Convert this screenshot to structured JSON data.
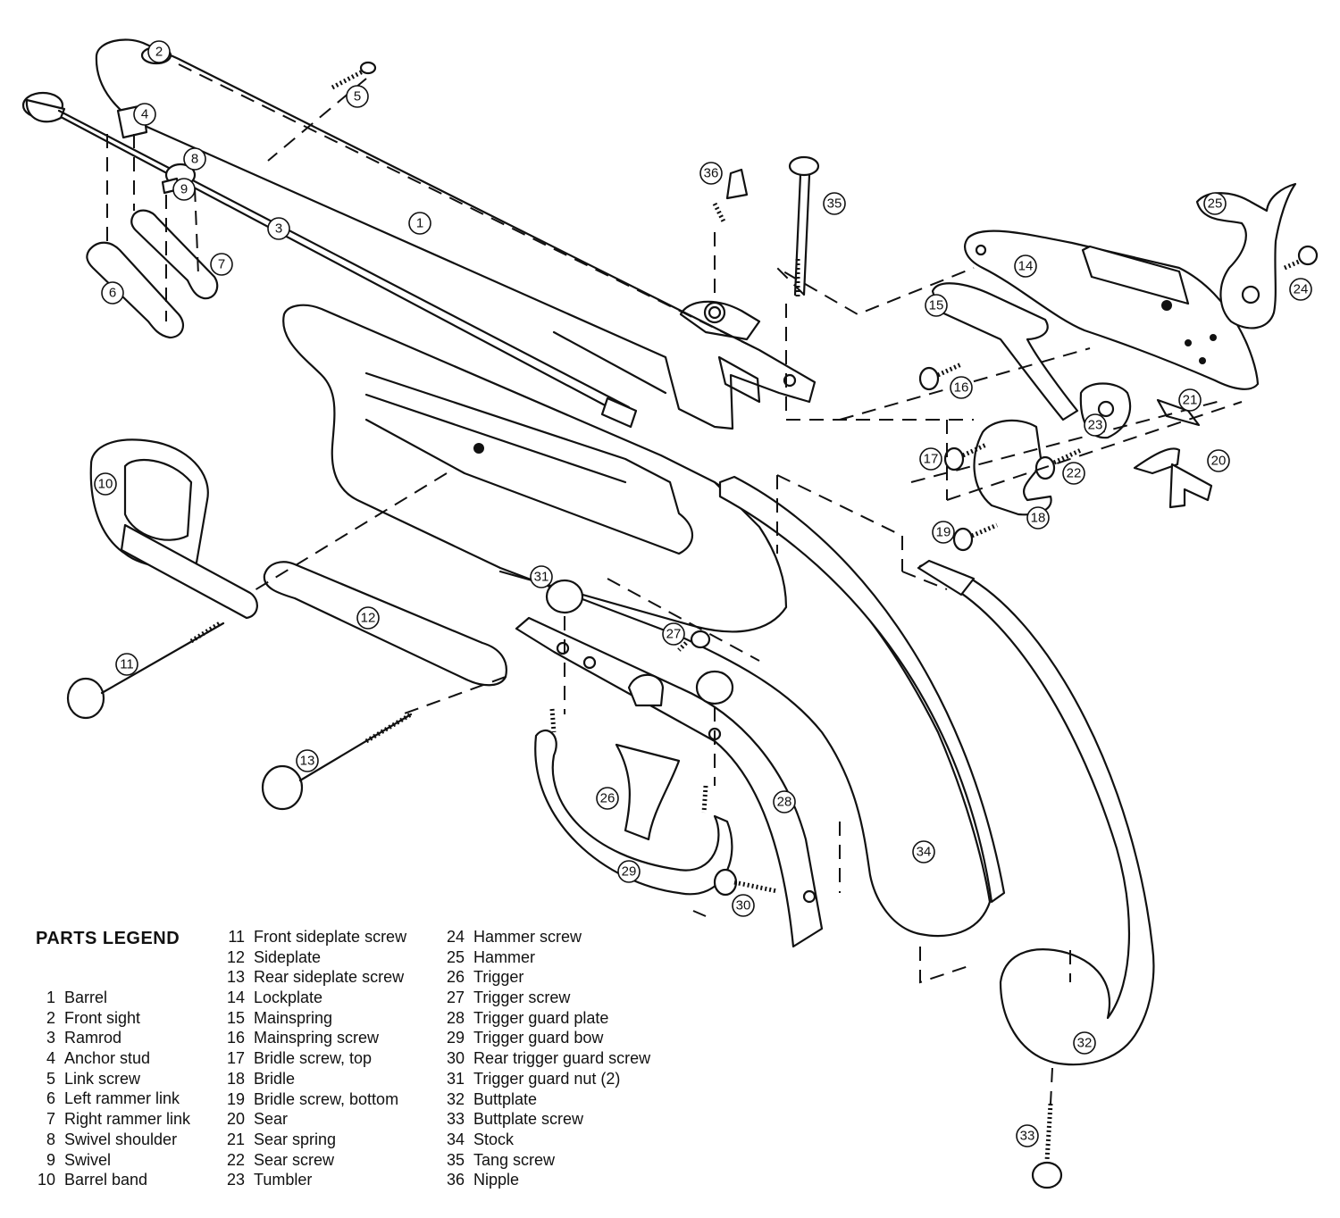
{
  "legend": {
    "title": "PARTS LEGEND",
    "columns": [
      [
        {
          "num": "1",
          "name": "Barrel"
        },
        {
          "num": "2",
          "name": "Front sight"
        },
        {
          "num": "3",
          "name": "Ramrod"
        },
        {
          "num": "4",
          "name": "Anchor stud"
        },
        {
          "num": "5",
          "name": "Link screw"
        },
        {
          "num": "6",
          "name": "Left rammer link"
        },
        {
          "num": "7",
          "name": "Right rammer link"
        },
        {
          "num": "8",
          "name": "Swivel shoulder"
        },
        {
          "num": "9",
          "name": "Swivel"
        },
        {
          "num": "10",
          "name": "Barrel band"
        }
      ],
      [
        {
          "num": "11",
          "name": "Front sideplate screw"
        },
        {
          "num": "12",
          "name": "Sideplate"
        },
        {
          "num": "13",
          "name": "Rear sideplate screw"
        },
        {
          "num": "14",
          "name": "Lockplate"
        },
        {
          "num": "15",
          "name": "Mainspring"
        },
        {
          "num": "16",
          "name": "Mainspring screw"
        },
        {
          "num": "17",
          "name": "Bridle screw, top"
        },
        {
          "num": "18",
          "name": "Bridle"
        },
        {
          "num": "19",
          "name": "Bridle screw, bottom"
        },
        {
          "num": "20",
          "name": "Sear"
        },
        {
          "num": "21",
          "name": "Sear spring"
        },
        {
          "num": "22",
          "name": "Sear screw"
        },
        {
          "num": "23",
          "name": "Tumbler"
        }
      ],
      [
        {
          "num": "24",
          "name": "Hammer screw"
        },
        {
          "num": "25",
          "name": "Hammer"
        },
        {
          "num": "26",
          "name": "Trigger"
        },
        {
          "num": "27",
          "name": "Trigger screw"
        },
        {
          "num": "28",
          "name": "Trigger guard plate"
        },
        {
          "num": "29",
          "name": "Trigger guard bow"
        },
        {
          "num": "30",
          "name": "Rear trigger guard screw"
        },
        {
          "num": "31",
          "name": "Trigger guard nut (2)"
        },
        {
          "num": "32",
          "name": "Buttplate"
        },
        {
          "num": "33",
          "name": "Buttplate screw"
        },
        {
          "num": "34",
          "name": "Stock"
        },
        {
          "num": "35",
          "name": "Tang screw"
        },
        {
          "num": "36",
          "name": "Nipple"
        }
      ]
    ]
  },
  "callouts": [
    "1",
    "2",
    "3",
    "4",
    "5",
    "6",
    "7",
    "8",
    "9",
    "10",
    "11",
    "12",
    "13",
    "14",
    "15",
    "16",
    "17",
    "18",
    "19",
    "20",
    "21",
    "22",
    "23",
    "24",
    "25",
    "26",
    "27",
    "28",
    "29",
    "30",
    "31",
    "32",
    "33",
    "34",
    "35",
    "36"
  ]
}
